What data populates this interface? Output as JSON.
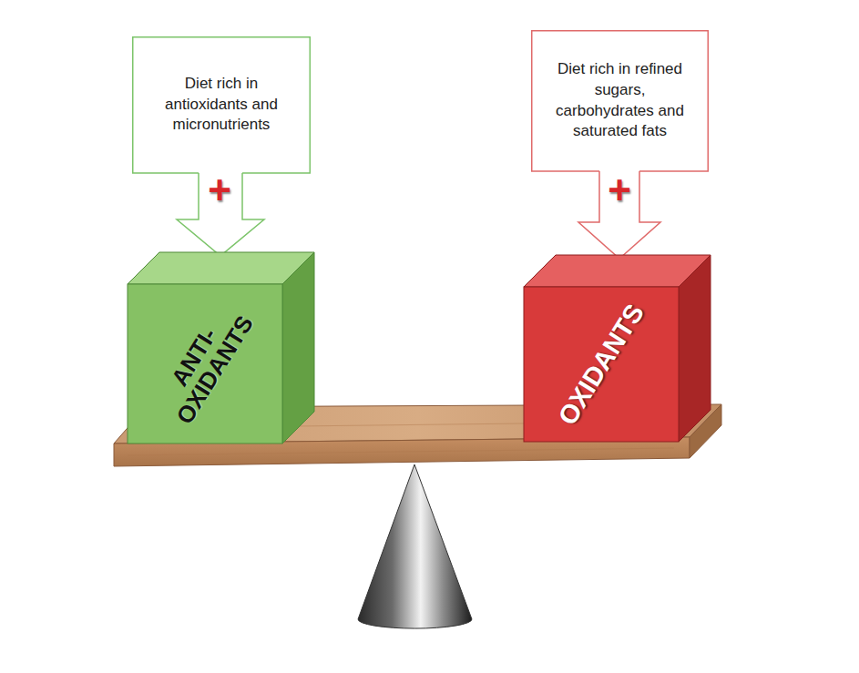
{
  "diagram": {
    "nodes": [
      {
        "text": [
          "Diet rich in antioxidants and micronutrients"
        ]
      },
      {
        "text": [
          "Diet rich in refined sugars, carbohydrates and saturated fats"
        ]
      },
      {
        "text": [
          "ANTI- OXIDANTS"
        ]
      },
      {
        "text": [
          "OXIDANTS"
        ]
      }
    ],
    "edges": [
      {
        "from": 0,
        "to": 2,
        "arrow": "to"
      },
      {
        "from": 1,
        "to": 3,
        "arrow": "to"
      }
    ],
    "labels": [
      "+",
      "+"
    ]
  }
}
